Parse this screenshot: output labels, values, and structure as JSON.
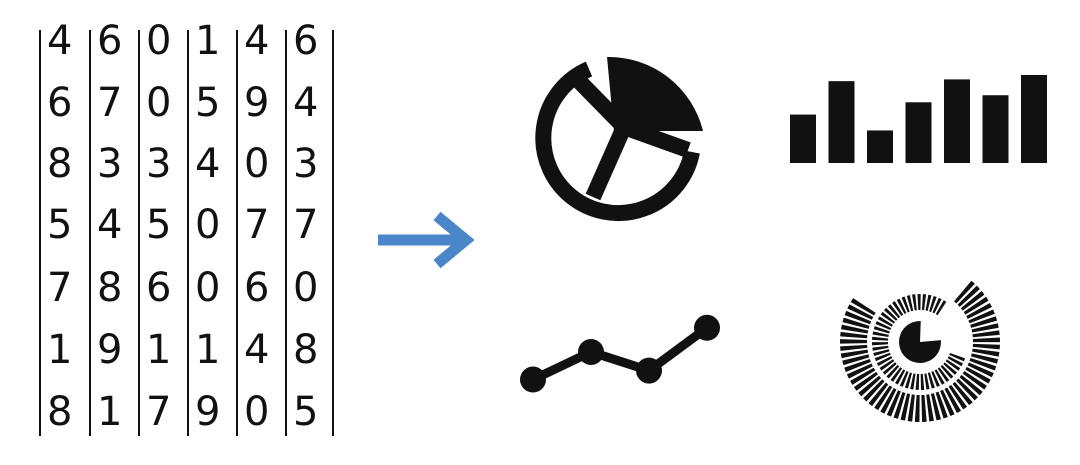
{
  "table": {
    "rows": [
      [
        "4",
        "6",
        "0",
        "1",
        "4",
        "6"
      ],
      [
        "6",
        "7",
        "0",
        "5",
        "9",
        "4"
      ],
      [
        "8",
        "3",
        "3",
        "4",
        "0",
        "3"
      ],
      [
        "5",
        "4",
        "5",
        "0",
        "7",
        "7"
      ],
      [
        "7",
        "8",
        "6",
        "0",
        "6",
        "0"
      ],
      [
        "1",
        "9",
        "1",
        "1",
        "4",
        "8"
      ],
      [
        "8",
        "1",
        "7",
        "9",
        "0",
        "5"
      ]
    ]
  },
  "arrow": {
    "color": "#4a86c8"
  },
  "icons": {
    "pie_chart": {
      "name": "pie-chart-icon"
    },
    "bar_chart": {
      "name": "bar-chart-icon",
      "bar_levels": [
        0.55,
        0.93,
        0.37,
        0.69,
        0.95,
        0.77,
        1.0
      ]
    },
    "line_chart": {
      "name": "line-chart-icon",
      "point_levels": [
        0.05,
        0.45,
        0.18,
        0.8
      ]
    },
    "radial_chart": {
      "name": "radial-chart-icon"
    }
  },
  "colors": {
    "ink": "#111111",
    "background": "#ffffff"
  }
}
